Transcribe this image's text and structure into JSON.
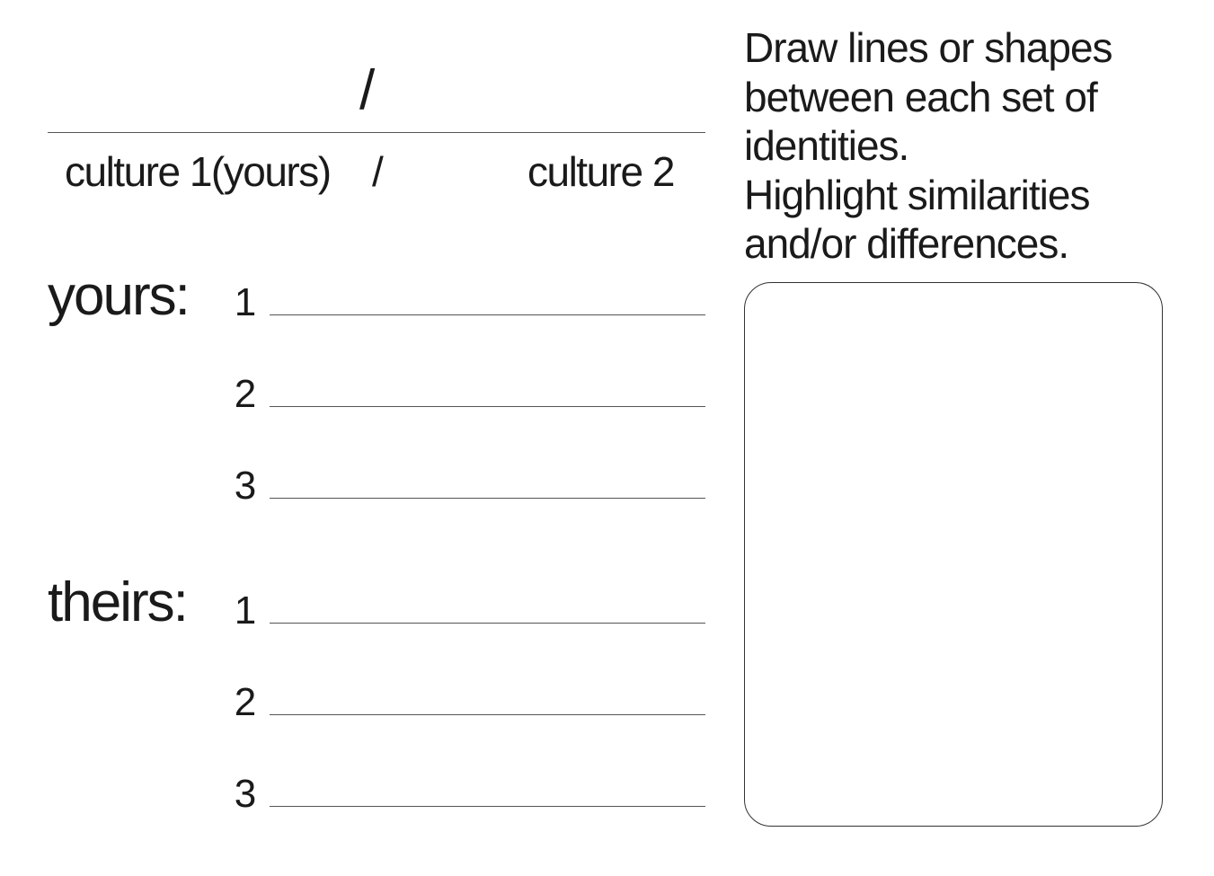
{
  "header": {
    "slash": "/",
    "culture1_label": "culture 1(yours)",
    "separator": "/",
    "culture2_label": "culture 2"
  },
  "yours": {
    "label": "yours:",
    "items": [
      {
        "number": "1"
      },
      {
        "number": "2"
      },
      {
        "number": "3"
      }
    ]
  },
  "theirs": {
    "label": "theirs:",
    "items": [
      {
        "number": "1"
      },
      {
        "number": "2"
      },
      {
        "number": "3"
      }
    ]
  },
  "instructions": {
    "text": "Draw lines or shapes\nbetween each set of\nidentities.\nHighlight similarities\nand/or differences."
  }
}
